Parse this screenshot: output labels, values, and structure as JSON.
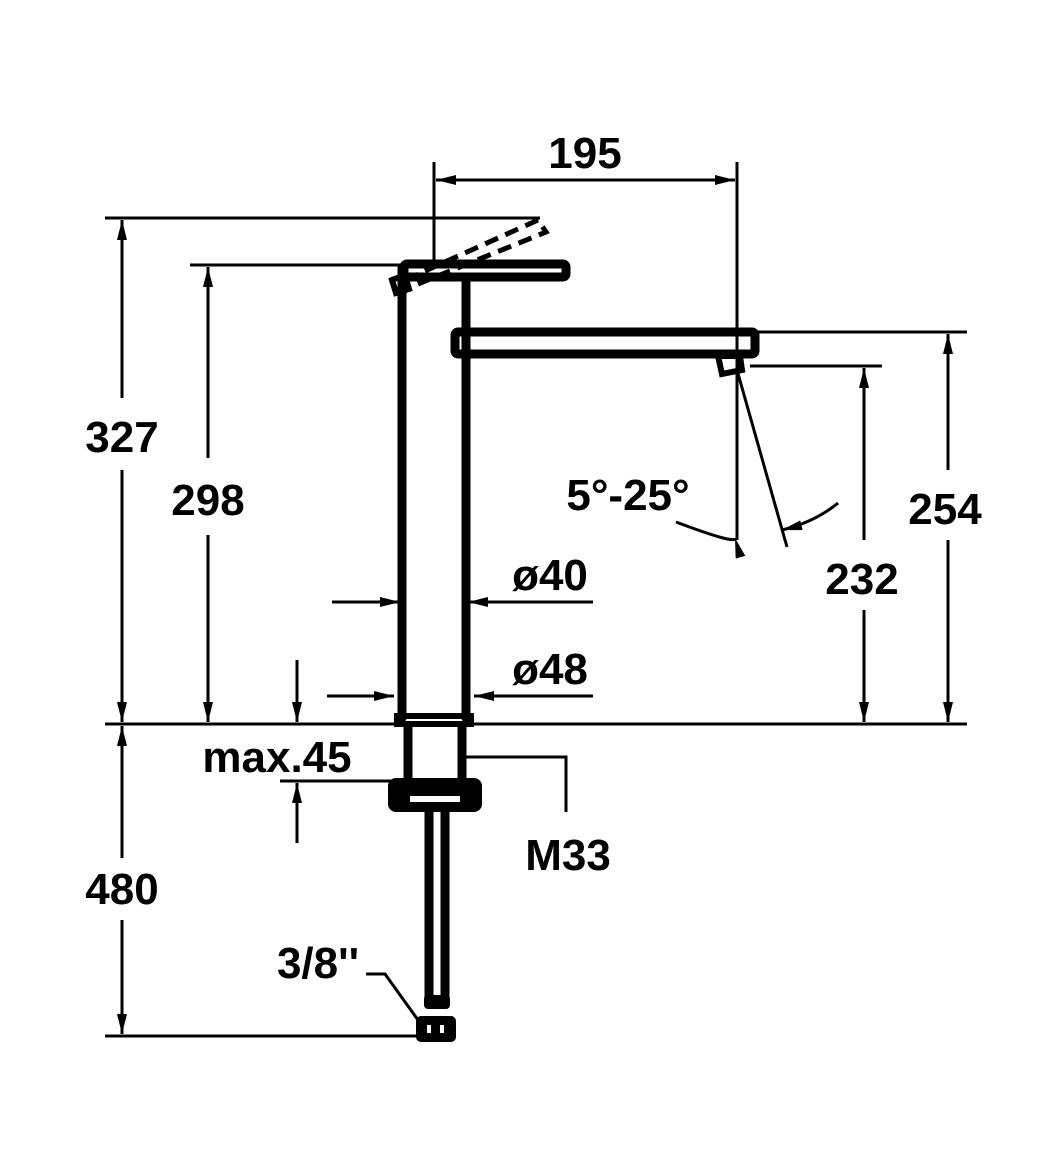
{
  "drawing": {
    "type": "faucet technical drawing",
    "line_color": "#000000",
    "background": "#ffffff",
    "dimensions": {
      "spout_reach": "195",
      "total_height": "327",
      "body_height": "298",
      "spout_height": "254",
      "outlet_height": "232",
      "angle": "5°-25°",
      "inner_diameter": "ø40",
      "base_diameter": "ø48",
      "max_thickness": "max.45",
      "thread": "M33",
      "hose_length": "480",
      "connection": "3/8''"
    }
  }
}
